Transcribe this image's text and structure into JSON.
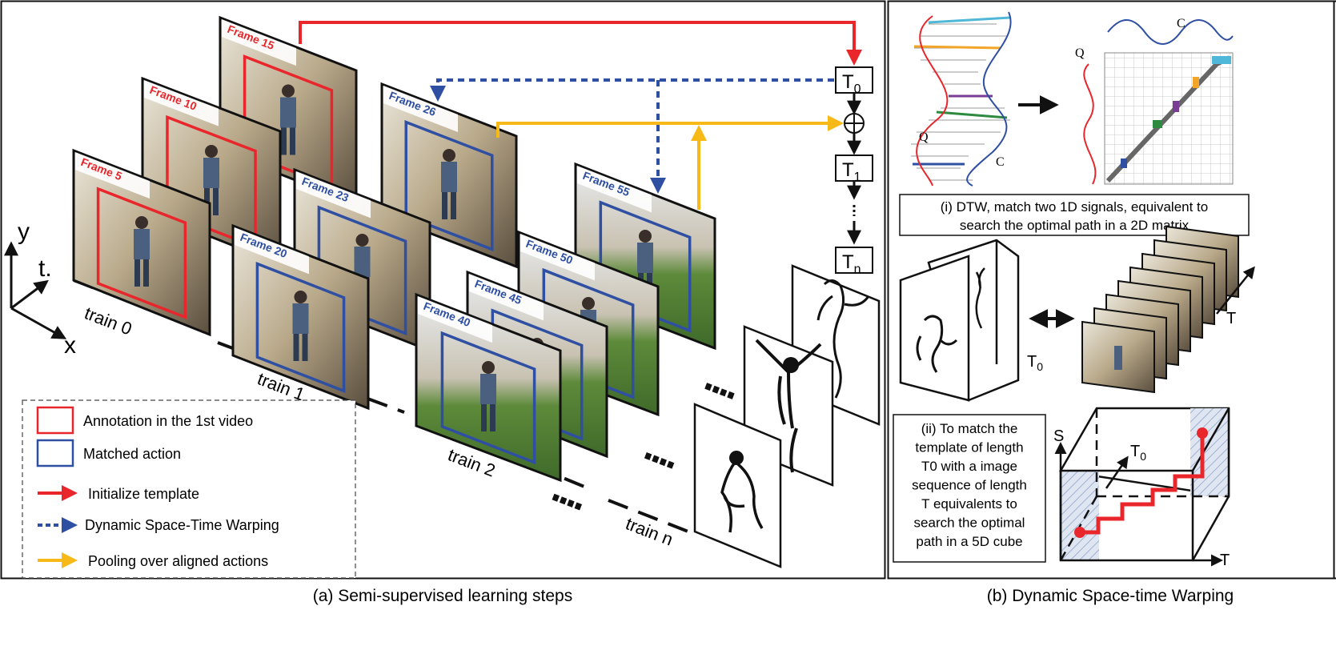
{
  "panel_a": {
    "caption": "(a) Semi-supervised learning steps",
    "axes": {
      "y": "y",
      "t": "t.",
      "x": "x"
    },
    "frames": {
      "f5": "Frame 5",
      "f10": "Frame 10",
      "f15": "Frame 15",
      "f20": "Frame 20",
      "f23": "Frame 23",
      "f26": "Frame 26",
      "f40": "Frame 40",
      "f45": "Frame 45",
      "f50": "Frame 50",
      "f55": "Frame 55"
    },
    "trains": {
      "t0": "train 0",
      "t1": "train 1",
      "t2": "train 2",
      "tn": "train n"
    },
    "templates": {
      "t0_main": "T",
      "t0_sub": "0",
      "t1_main": "T",
      "t1_sub": "1",
      "tn_main": "T",
      "tn_sub": "n"
    },
    "legend": {
      "annotation": "Annotation in the 1st video",
      "matched": "Matched action",
      "initialize": "Initialize template",
      "dstw": "Dynamic Space-Time Warping",
      "pooling": "Pooling over aligned actions"
    },
    "colors": {
      "red": "#e8262b",
      "blue": "#2f4fa3",
      "yellow": "#f6b918",
      "black": "#111111"
    }
  },
  "panel_b": {
    "caption": "(b) Dynamic Space-time Warping",
    "dtw_labels": {
      "q1": "Q",
      "c1": "C",
      "c2": "C",
      "q2": "Q"
    },
    "box_i": {
      "line1": "(i) DTW, match two 1D signals, equivalent to",
      "line2": "search the optimal path in a 2D matrix"
    },
    "cube_labels": {
      "t0_main": "T",
      "t0_sub": "0",
      "t": "T"
    },
    "box_ii": {
      "lines": [
        "(ii) To match the",
        "template of length",
        "T0 with a image",
        "sequence of length",
        "T equivalents to",
        "search the optimal",
        "path in a 5D cube"
      ]
    },
    "cube5d_labels": {
      "s": "S",
      "t0_main": "T",
      "t0_sub": "0",
      "t": "T"
    }
  }
}
